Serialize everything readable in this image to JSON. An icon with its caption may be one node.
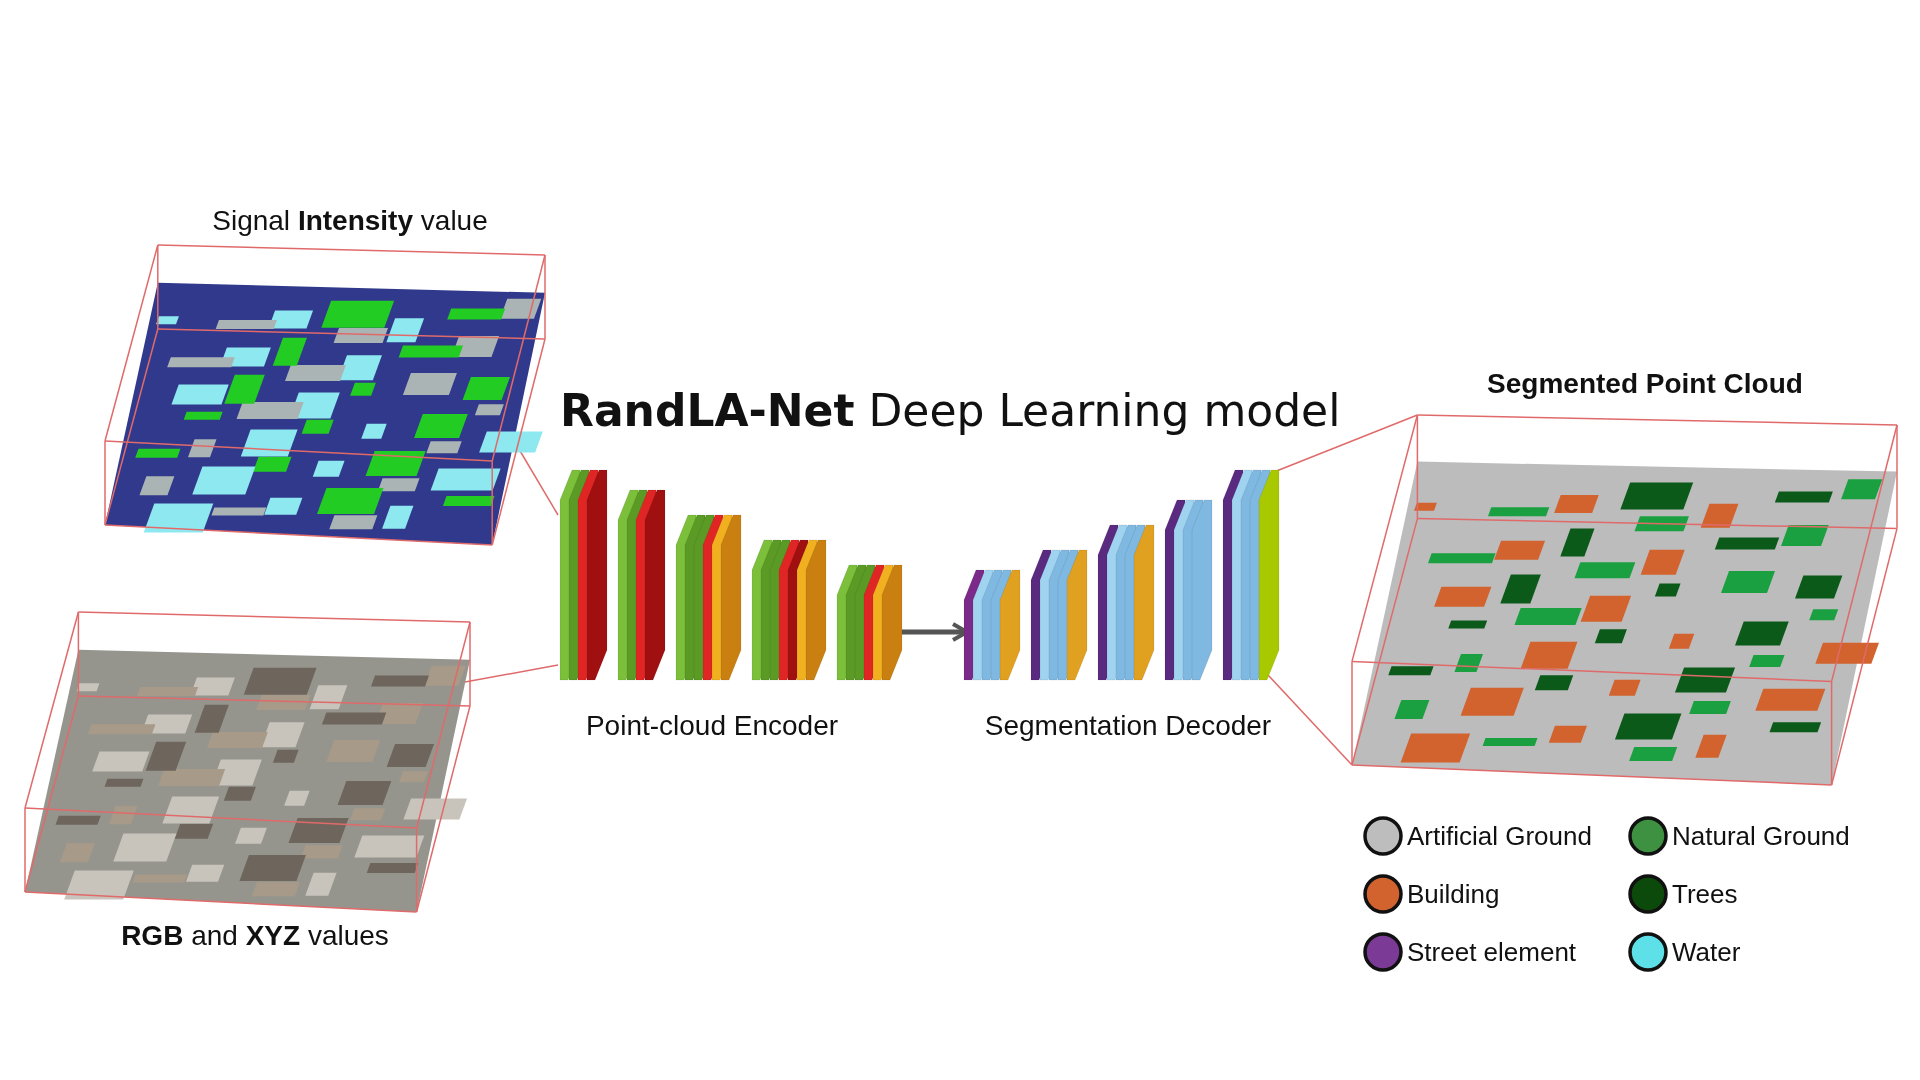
{
  "diagram": {
    "title": "**RandLA-Net** Deep Learning model",
    "nodes": [
      {
        "text": [
          "Signal **Intensity** value"
        ]
      },
      {
        "text": [
          "**RGB** and **XYZ** values"
        ]
      },
      {
        "text": [
          "Point-cloud Encoder"
        ]
      },
      {
        "text": [
          "Segmentation Decoder"
        ]
      },
      {
        "text": [
          "Segmented Point Cloud"
        ]
      }
    ],
    "edges": [
      {
        "from": 0,
        "to": 2,
        "arrow": "none"
      },
      {
        "from": 1,
        "to": 2,
        "arrow": "none"
      },
      {
        "from": 2,
        "to": 3,
        "arrow": "to",
        "style": "thick",
        "color": "#555555"
      },
      {
        "from": 3,
        "to": 4,
        "arrow": "none"
      },
      {
        "from": 3,
        "to": 4,
        "arrow": "none"
      }
    ],
    "legend": [
      {
        "text": "Artificial Ground",
        "color": "#bdbdbd"
      },
      {
        "text": "Natural Ground",
        "color": "#3d9140"
      },
      {
        "text": "Building",
        "color": "#d2622e"
      },
      {
        "text": "Trees",
        "color": "#0b4a0b"
      },
      {
        "text": "Street element",
        "color": "#7b3a96"
      },
      {
        "text": "Water",
        "color": "#5ee0e8"
      }
    ]
  }
}
